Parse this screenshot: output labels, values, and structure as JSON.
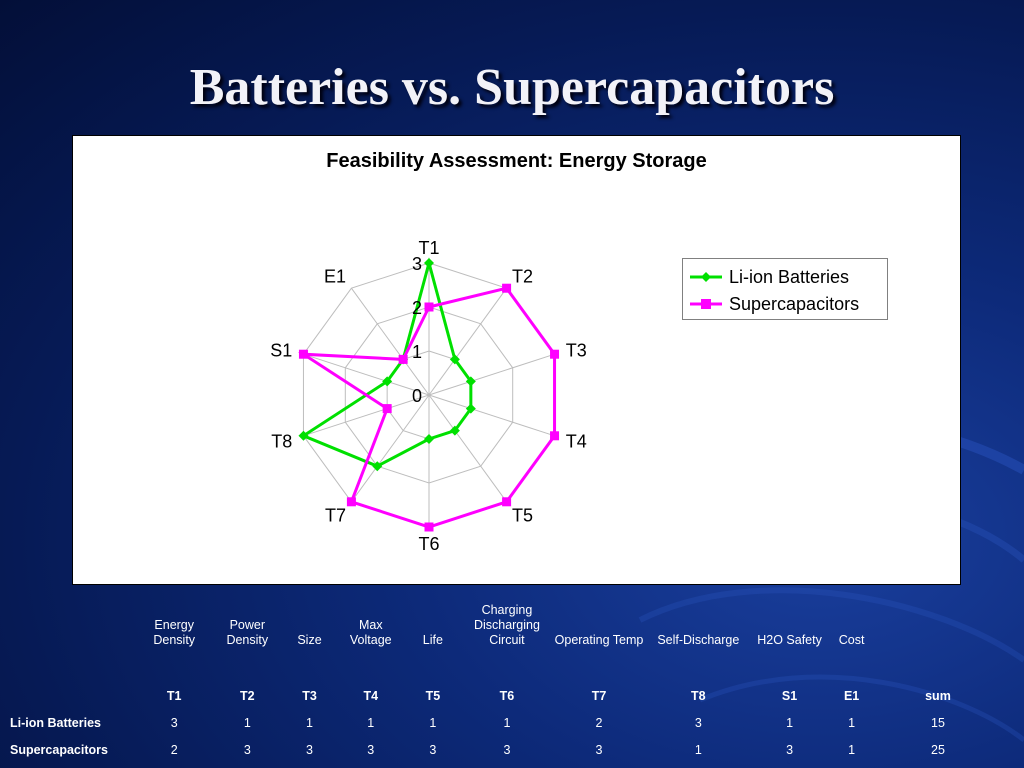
{
  "slide_title": "Batteries vs. Supercapacitors",
  "colors": {
    "li_ion": "#00e000",
    "supercap": "#ff00ff",
    "grid": "#bdbdbd"
  },
  "chart_data": {
    "type": "radar",
    "title": "Feasibility Assessment: Energy Storage",
    "categories": [
      "T1",
      "T2",
      "T3",
      "T4",
      "T5",
      "T6",
      "T7",
      "T8",
      "S1",
      "E1"
    ],
    "series": [
      {
        "name": "Li-ion Batteries",
        "values": [
          3,
          1,
          1,
          1,
          1,
          1,
          2,
          3,
          1,
          1
        ],
        "color": "#00e000",
        "marker": "diamond"
      },
      {
        "name": "Supercapacitors",
        "values": [
          2,
          3,
          3,
          3,
          3,
          3,
          3,
          1,
          3,
          1
        ],
        "color": "#ff00ff",
        "marker": "square"
      }
    ],
    "rlim": [
      0,
      3
    ],
    "radial_ticks": [
      "0",
      "1",
      "2",
      "3"
    ],
    "grid": true,
    "legend_position": "right"
  },
  "table": {
    "descriptions": [
      "Energy Density",
      "Power Density",
      "Size",
      "Max Voltage",
      "Life",
      "Charging Discharging Circuit",
      "Operating Temp",
      "Self-Discharge",
      "H2O Safety",
      "Cost",
      ""
    ],
    "codes": [
      "T1",
      "T2",
      "T3",
      "T4",
      "T5",
      "T6",
      "T7",
      "T8",
      "S1",
      "E1",
      "sum"
    ],
    "rows": [
      {
        "label": "Li-ion Batteries",
        "values": [
          "3",
          "1",
          "1",
          "1",
          "1",
          "1",
          "2",
          "3",
          "1",
          "1",
          "15"
        ]
      },
      {
        "label": "Supercapacitors",
        "values": [
          "2",
          "3",
          "3",
          "3",
          "3",
          "3",
          "3",
          "1",
          "3",
          "1",
          "25"
        ]
      }
    ]
  }
}
